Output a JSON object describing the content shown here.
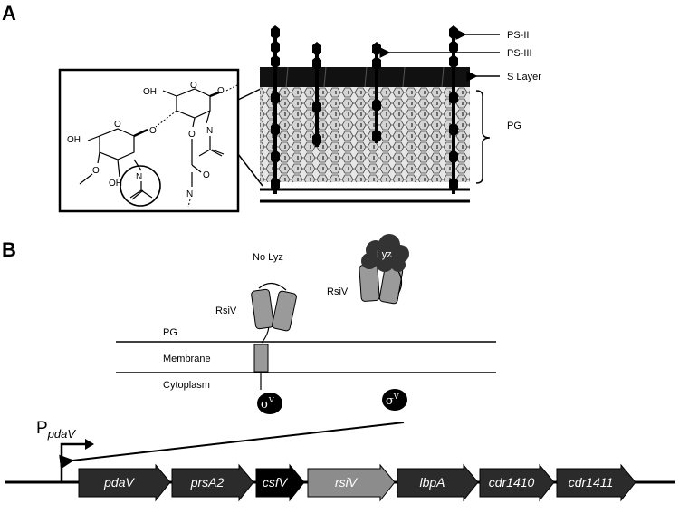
{
  "panel_a": {
    "letter": "A",
    "labels": {
      "ps2": "PS-II",
      "ps3": "PS-III",
      "s_layer": "S Layer",
      "pg": "PG"
    },
    "chem": {
      "oh1": "OH",
      "o_ring1": "O",
      "n1": "N",
      "o_link": "O",
      "oh2": "OH",
      "o_ring2": "O",
      "oh3": "OH",
      "o_ring3": "O",
      "o_methoxy": "O",
      "o3": "O",
      "n_circled": "N",
      "o_carbonyl": "O",
      "n2": "N"
    }
  },
  "panel_b": {
    "letter": "B",
    "no_lyz": "No Lyz",
    "lyz": "Lyz",
    "rsiv_left": "RsiV",
    "rsiv_right": "RsiV",
    "layers": [
      "PG",
      "Membrane",
      "Cytoplasm"
    ],
    "sigma_letter": "σ",
    "sigma_sup": "V",
    "promoter_p": "P",
    "promoter_sub": "pdaV",
    "genes": [
      "pdaV",
      "prsA2",
      "csfV",
      "rsiV",
      "lbpA",
      "cdr1410",
      "cdr1411"
    ]
  },
  "colors": {
    "dark_gene": "#2b2b2b",
    "black_gene": "#000000",
    "rsiv_gene": "#8c8c8c",
    "rsiv_protein": "#9a9a9a",
    "lyz": "#333333"
  }
}
